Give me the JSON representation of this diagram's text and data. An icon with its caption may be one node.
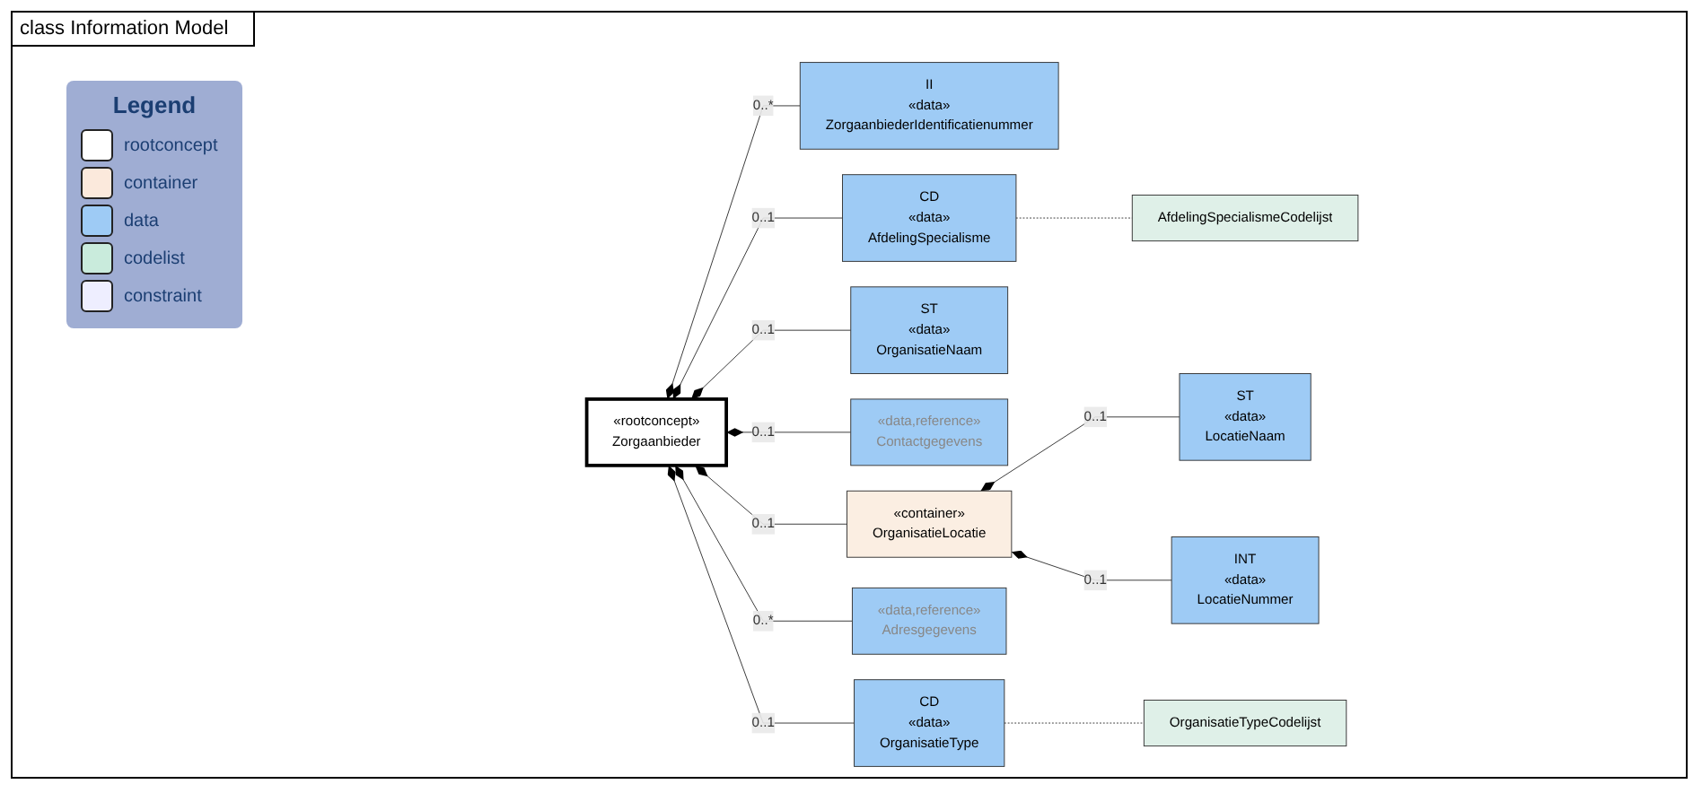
{
  "diagram": {
    "title": "class Information Model",
    "nodes": [
      {
        "text": [
          "II",
          "«data»",
          "ZorgaanbiederIdentificatienummer"
        ]
      },
      {
        "text": [
          "CD",
          "«data»",
          "AfdelingSpecialisme"
        ]
      },
      {
        "text": [
          "AfdelingSpecialismeCodelijst"
        ]
      },
      {
        "text": [
          "ST",
          "«data»",
          "LocatieNaam"
        ]
      },
      {
        "text": [
          "ST",
          "«data»",
          "OrganisatieNaam"
        ]
      },
      {
        "text": [
          "«rootconcept»",
          "Zorgaanbieder"
        ]
      },
      {
        "text": [
          "«data,reference»",
          "Contactgegevens"
        ]
      },
      {
        "text": [
          "INT",
          "«data»",
          "LocatieNummer"
        ]
      },
      {
        "text": [
          "«container»",
          "OrganisatieLocatie"
        ]
      },
      {
        "text": [
          "«data,reference»",
          "Adresgegevens"
        ]
      },
      {
        "text": [
          "CD",
          "«data»",
          "OrganisatieType"
        ]
      },
      {
        "text": [
          "OrganisatieTypeCodelijst"
        ]
      }
    ],
    "edges": [
      {
        "from": 5,
        "to": 0,
        "arrow": "other",
        "label": "0..*"
      },
      {
        "from": 5,
        "to": 1,
        "arrow": "other",
        "label": "0..1"
      },
      {
        "from": 1,
        "to": 2,
        "arrow": "none",
        "style": "dashed"
      },
      {
        "from": 5,
        "to": 4,
        "arrow": "other",
        "label": "0..1"
      },
      {
        "from": 5,
        "to": 6,
        "arrow": "other",
        "label": "0..1"
      },
      {
        "from": 8,
        "to": 3,
        "arrow": "other",
        "label": "0..1"
      },
      {
        "from": 5,
        "to": 8,
        "arrow": "other",
        "label": "0..1"
      },
      {
        "from": 5,
        "to": 9,
        "arrow": "other",
        "label": "0..*"
      },
      {
        "from": 5,
        "to": 10,
        "arrow": "other",
        "label": "0..1"
      },
      {
        "from": 8,
        "to": 7,
        "arrow": "other",
        "label": "0..1"
      },
      {
        "from": 10,
        "to": 11,
        "arrow": "none",
        "style": "dashed"
      }
    ],
    "labels": [
      "Legend"
    ],
    "legend": [
      {
        "text": "rootconcept",
        "color": "#ffffff"
      },
      {
        "text": "container",
        "color": "#fbe9dc"
      },
      {
        "text": "data",
        "color": "#9ecbf5"
      },
      {
        "text": "codelist",
        "color": "#c9ebdc"
      },
      {
        "text": "constraint",
        "color": "#eeeeff"
      }
    ]
  }
}
